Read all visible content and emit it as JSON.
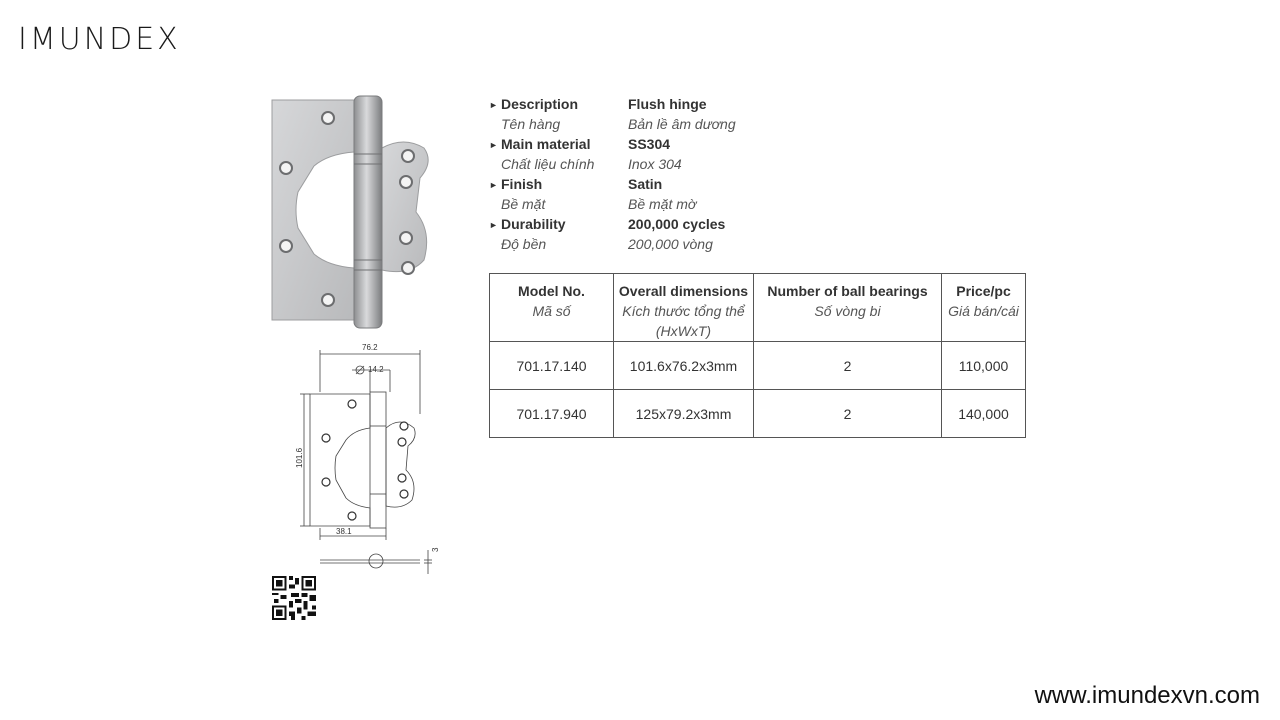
{
  "brand": {
    "logo_text": "IMUNDEX"
  },
  "footer": {
    "website": "www.imundexvn.com"
  },
  "specs": [
    {
      "label": "Description",
      "value": "Flush hinge",
      "label_vi": "Tên hàng",
      "value_vi": "Bản lề âm dương"
    },
    {
      "label": "Main material",
      "value": "SS304",
      "label_vi": "Chất liệu chính",
      "value_vi": "Inox 304"
    },
    {
      "label": "Finish",
      "value": "Satin",
      "label_vi": "Bề mặt",
      "value_vi": "Bề mặt mờ"
    },
    {
      "label": "Durability",
      "value": "200,000 cycles",
      "label_vi": "Độ bền",
      "value_vi": "200,000 vòng"
    }
  ],
  "table": {
    "headers": [
      {
        "en": "Model No.",
        "vi": "Mã số"
      },
      {
        "en": "Overall dimensions",
        "vi": "Kích thước tổng thể (HxWxT)"
      },
      {
        "en": "Number of ball bearings",
        "vi": "Số vòng bi"
      },
      {
        "en": "Price/pc",
        "vi": "Giá bán/cái"
      }
    ],
    "rows": [
      [
        "701.17.140",
        "101.6x76.2x3mm",
        "2",
        "110,000"
      ],
      [
        "701.17.940",
        "125x79.2x3mm",
        "2",
        "140,000"
      ]
    ]
  },
  "drawing": {
    "width_label": "76.2",
    "diameter_label": "14.2",
    "height_label": "101.6",
    "leaf_label": "38.1",
    "thickness_label": "3"
  },
  "icons": {
    "bullet": "triangle-right-icon",
    "qr": "qr-code-icon"
  },
  "colors": {
    "text": "#2b2b2b",
    "border": "#555555",
    "steel": "#c9cacc"
  }
}
